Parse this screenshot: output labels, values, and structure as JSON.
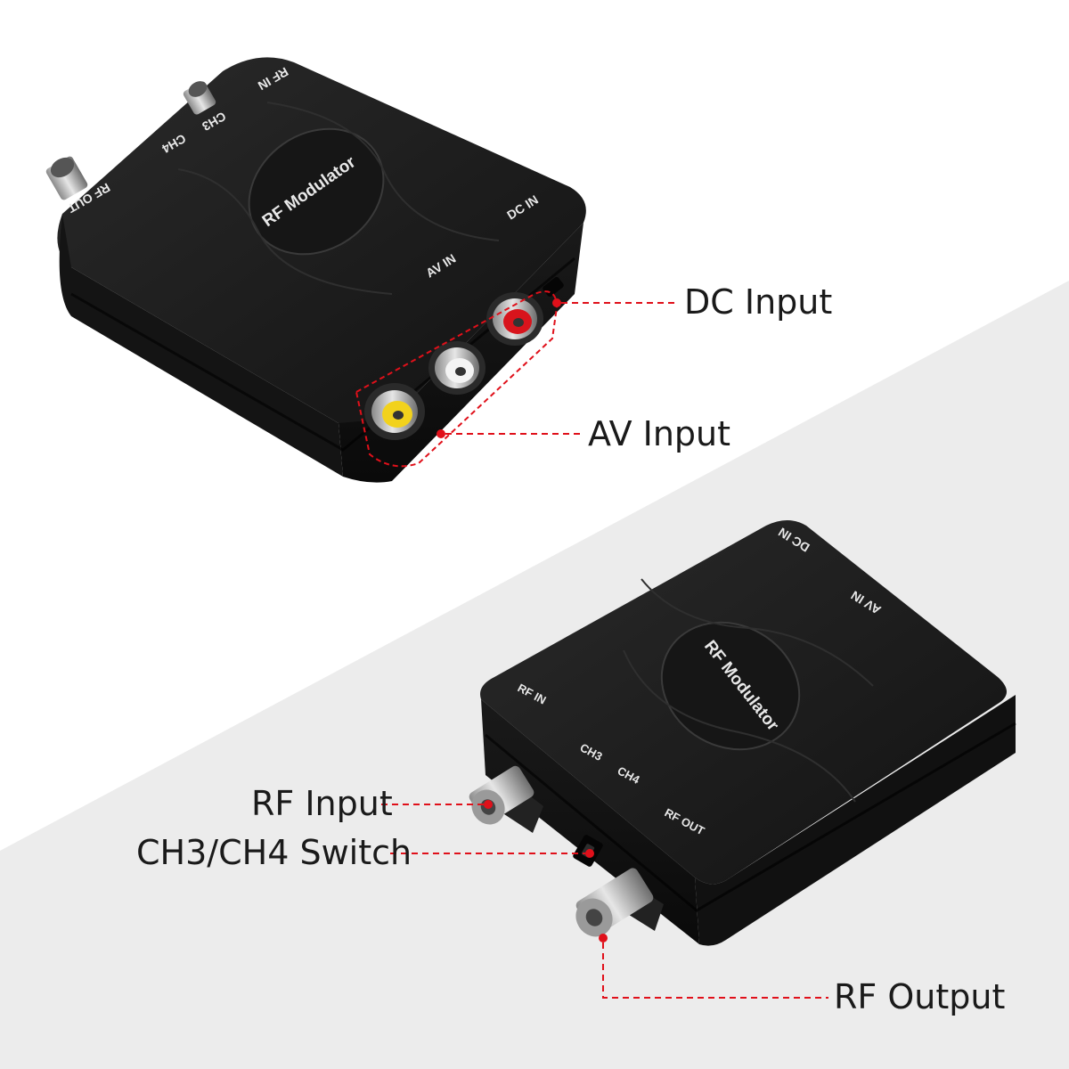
{
  "callouts": {
    "dc_input": "DC Input",
    "av_input": "AV Input",
    "rf_input": "RF Input",
    "ch_switch": "CH3/CH4 Switch",
    "rf_output": "RF Output"
  },
  "device_top": {
    "rf_out": "RF OUT",
    "ch4": "CH4",
    "ch3": "CH3",
    "rf_in": "RF IN",
    "brand": "RF Modulator",
    "dc_in": "DC IN",
    "av_in": "AV IN"
  },
  "device_bottom": {
    "dc_in": "DC IN",
    "av_in": "AV IN",
    "brand": "RF Modulator",
    "rf_in": "RF IN",
    "ch3": "CH3",
    "ch4": "CH4",
    "rf_out": "RF OUT"
  },
  "colors": {
    "device_body": "#1c1c1c",
    "leader_line": "#e0101a",
    "background_band": "#ececec",
    "rca_yellow": "#f2d21c",
    "rca_white": "#f4f4f4",
    "rca_red": "#d8141c"
  }
}
